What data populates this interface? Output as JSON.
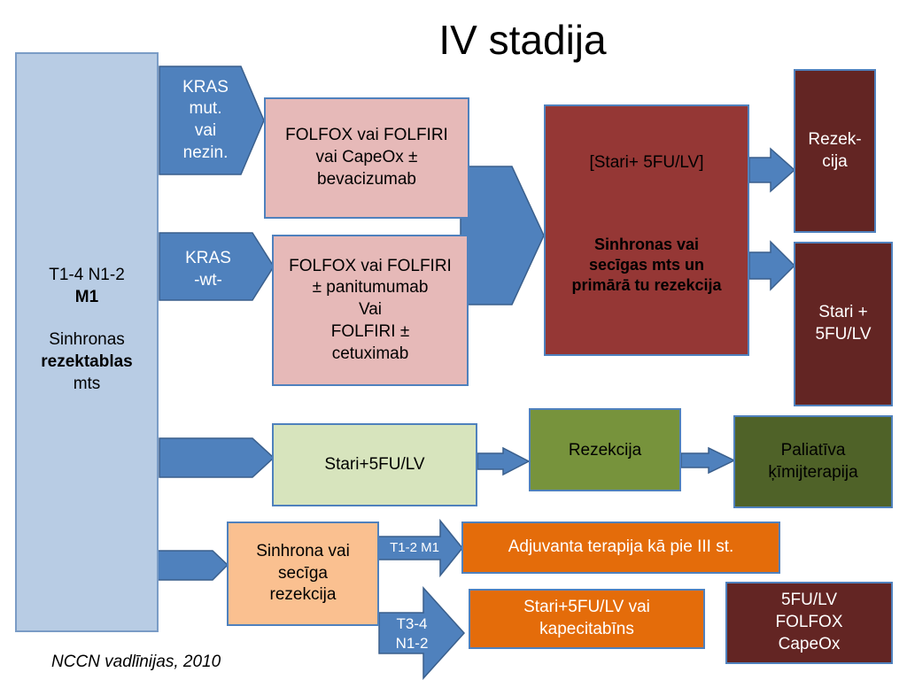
{
  "title": "IV stadija",
  "source": "NCCN vadlīnijas, 2010",
  "left_box": {
    "line1": "T1-4 N1-2",
    "line2": "M1",
    "line3": "Sinhronas",
    "line4": "rezektablas",
    "line5": "mts"
  },
  "arrow_labels": {
    "kras_mut": [
      "KRAS",
      "mut.",
      "vai",
      "nezin."
    ],
    "kras_wt": [
      "KRAS",
      "-wt-"
    ],
    "t12m1": "T1-2 M1",
    "t34n12": [
      "T3-4",
      "N1-2"
    ]
  },
  "boxes": {
    "folfox_bev": [
      "FOLFOX vai FOLFIRI",
      "vai CapeOx ±",
      "bevacizumab"
    ],
    "folfox_pan": [
      "FOLFOX vai FOLFIRI",
      "± panitumumab",
      "Vai",
      "FOLFIRI ±",
      "cetuximab"
    ],
    "center_top": "[Stari+ 5FU/LV]",
    "center_bold": [
      "Sinhronas vai",
      "secīgas mts un",
      "primārā tu rezekcija"
    ],
    "rezekcija_right": [
      "Rezek-",
      "cija"
    ],
    "stari_right": [
      "Stari +",
      "5FU/LV"
    ],
    "stari5fu": "Stari+5FU/LV",
    "rezekcija_mid": "Rezekcija",
    "paliativa": [
      "Paliatīva",
      "ķīmijterapija"
    ],
    "sinhrona": [
      "Sinhrona vai",
      "secīga",
      "rezekcija"
    ],
    "adjuvanta": "Adjuvanta terapija kā pie III st.",
    "stari_kapec": [
      "Stari+5FU/LV vai",
      "kapecitabīns"
    ],
    "chemo_list": [
      "5FU/LV",
      "FOLFOX",
      "CapeOx"
    ]
  },
  "colors": {
    "light_blue": "#b8cce4",
    "arrow_blue": "#4f81bd",
    "pink": "#e6b9b8",
    "dark_red": "#953735",
    "maroon": "#632523",
    "light_green": "#d7e4bd",
    "olive": "#77933c",
    "dark_olive": "#4f6228",
    "peach": "#fac090",
    "orange": "#e46c0a"
  }
}
